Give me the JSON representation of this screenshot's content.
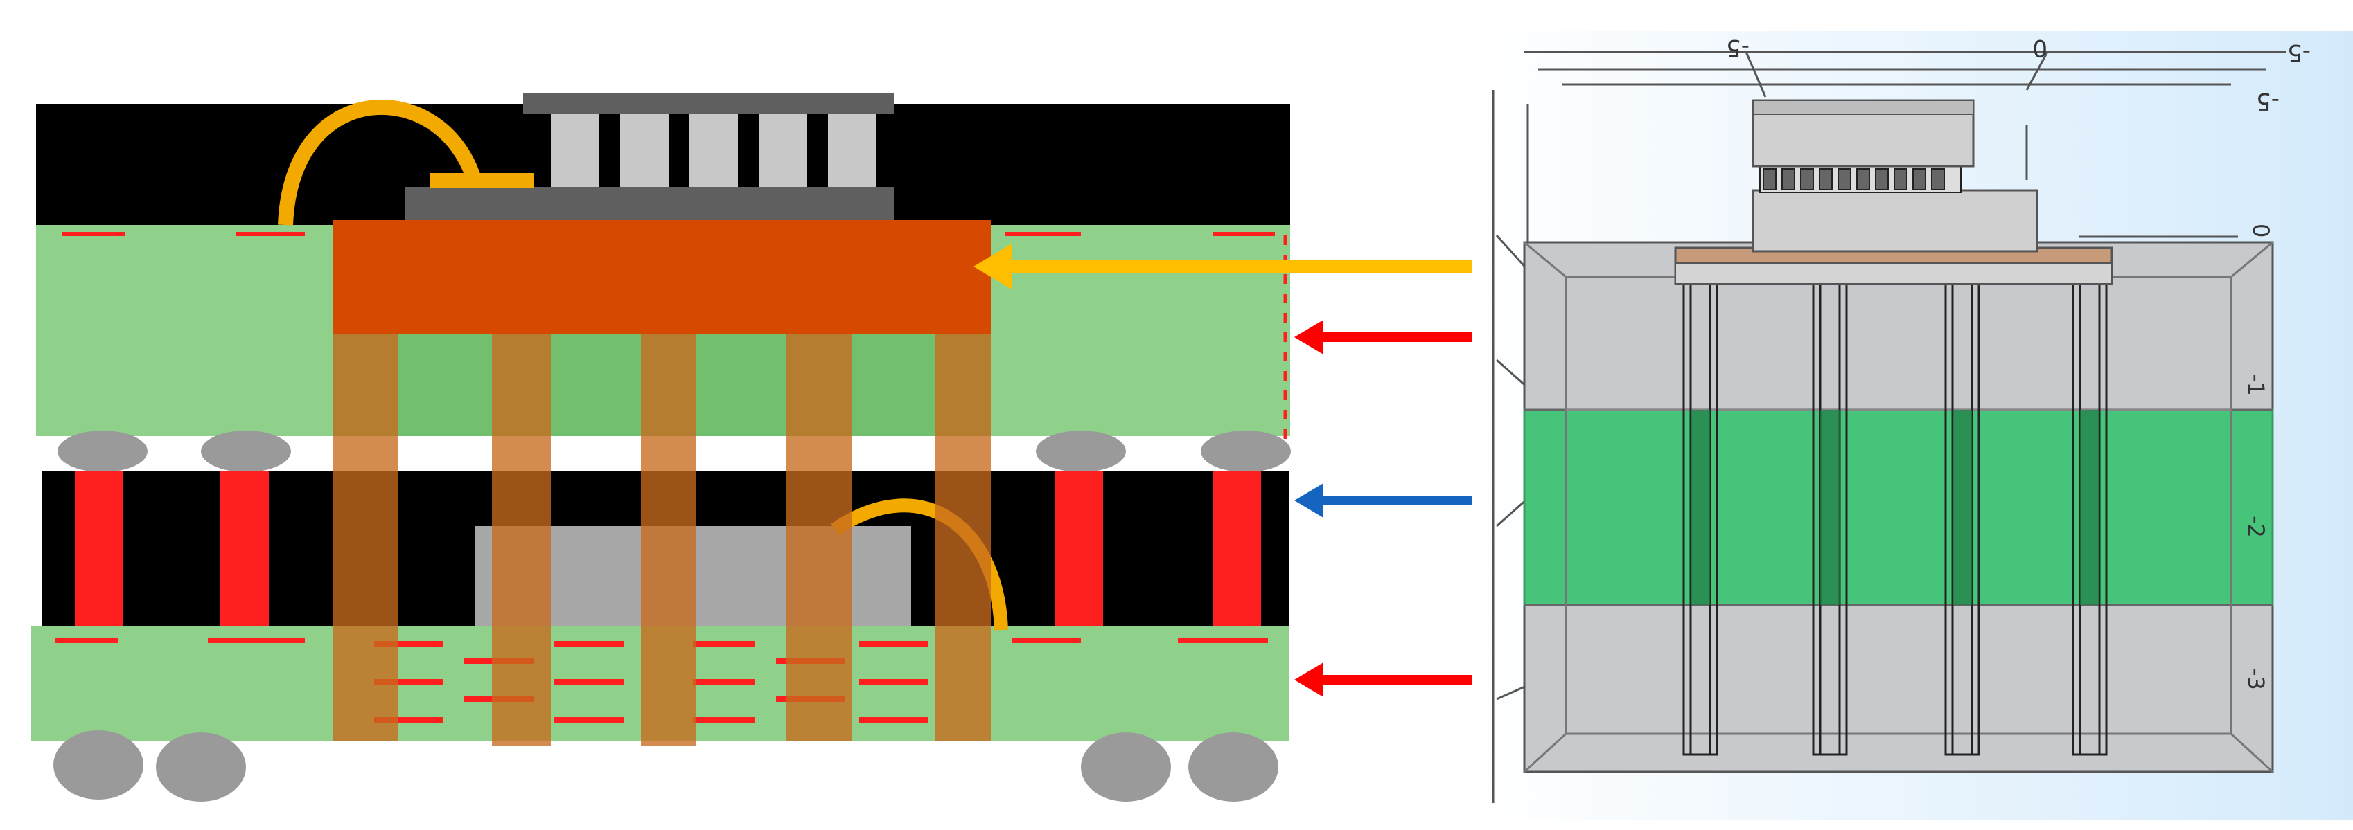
{
  "colors": {
    "background": "#ffffff",
    "mold": "#000000",
    "substrate": "#8fd08a",
    "substrate_dark": "#72bf6d",
    "die": "#d54a00",
    "die_overlay": "#c86a1e",
    "via_red": "#ff1f1f",
    "wire_bond": "#f2a900",
    "ball": "#9a9a9a",
    "chip_gray": "#a7a7a7",
    "arrow_yellow": "#ffbf00",
    "arrow_red": "#ff0000",
    "arrow_blue": "#1565c0",
    "model_gray": "#c7c9cc",
    "model_green": "#45c47a",
    "model_bg": "#d7ecfb",
    "model_line": "#555555"
  },
  "icons": {
    "arrow": "left-arrow-icon",
    "bond_wire": "arc-wire-icon",
    "solder_ball": "ellipse-ball-icon"
  },
  "model_axis": {
    "top_ticks": [
      "-5",
      "0",
      "-5"
    ],
    "top_right_ticks": [
      "-5",
      "-5"
    ],
    "right_ticks": [
      "0",
      "-1",
      "-2",
      "-3"
    ]
  }
}
